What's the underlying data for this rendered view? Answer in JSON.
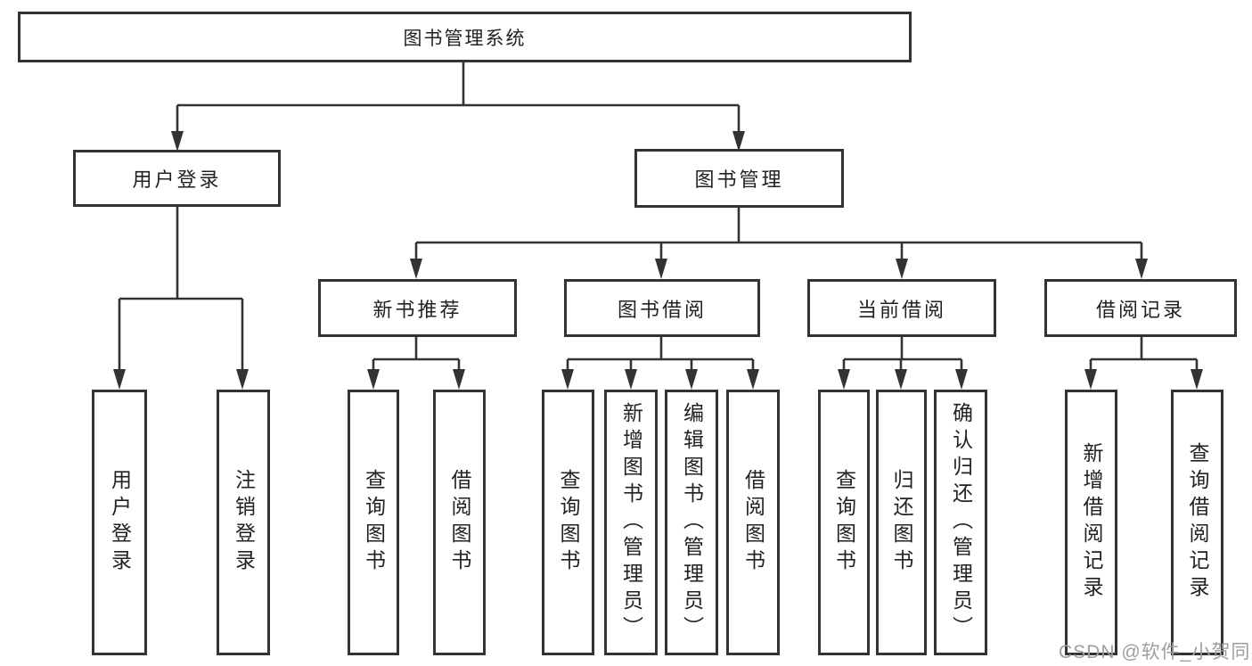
{
  "colors": {
    "background": "#ffffff",
    "line": "#333333",
    "box_border": "#333333",
    "text": "#222222",
    "watermark": "#9e9e9e"
  },
  "tree": {
    "root": {
      "label": "图书管理系统"
    },
    "branches": [
      {
        "label": "用户登录",
        "children": [
          {
            "label": "用户登录"
          },
          {
            "label": "注销登录"
          }
        ]
      },
      {
        "label": "图书管理",
        "children": [
          {
            "label": "新书推荐",
            "children": [
              {
                "label": "查询图书"
              },
              {
                "label": "借阅图书"
              }
            ]
          },
          {
            "label": "图书借阅",
            "children": [
              {
                "label": "查询图书"
              },
              {
                "label": "新增图书（管理员）"
              },
              {
                "label": "编辑图书（管理员）"
              },
              {
                "label": "借阅图书"
              }
            ]
          },
          {
            "label": "当前借阅",
            "children": [
              {
                "label": "查询图书"
              },
              {
                "label": "归还图书"
              },
              {
                "label": "确认归还（管理员）"
              }
            ]
          },
          {
            "label": "借阅记录",
            "children": [
              {
                "label": "新增借阅记录"
              },
              {
                "label": "查询借阅记录"
              }
            ]
          }
        ]
      }
    ]
  },
  "watermark": {
    "text": "CSDN @软件_小贺同学"
  }
}
